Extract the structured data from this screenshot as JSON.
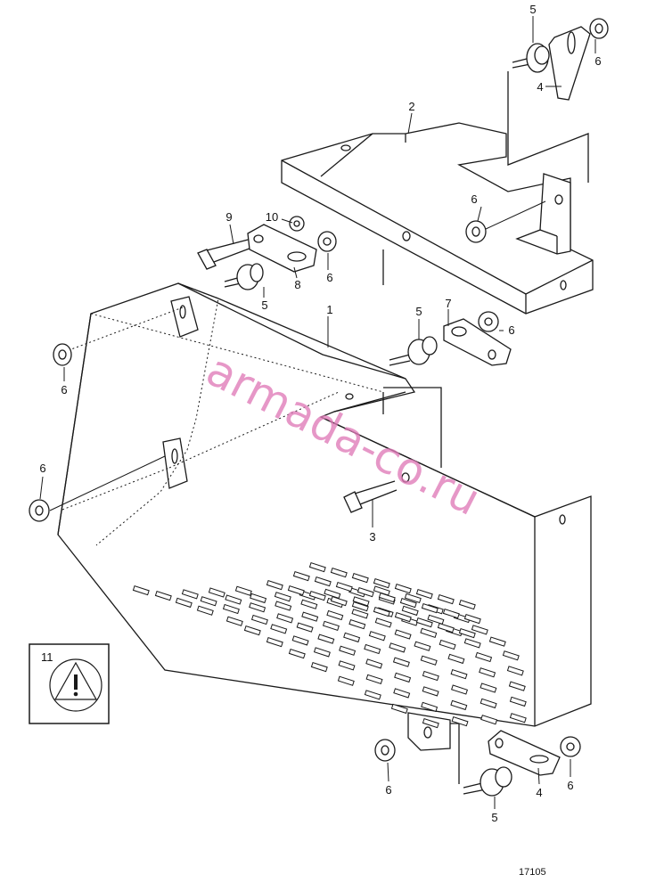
{
  "callouts": {
    "c1": "1",
    "c2": "2",
    "c3": "3",
    "c4a": "4",
    "c4b": "4",
    "c5a": "5",
    "c5b": "5",
    "c5c": "5",
    "c5d": "5",
    "c6a": "6",
    "c6b": "6",
    "c6c": "6",
    "c6d": "6",
    "c6e": "6",
    "c6f": "6",
    "c6g": "6",
    "c6h": "6",
    "c7": "7",
    "c8": "8",
    "c9": "9",
    "c10": "10",
    "c11": "11"
  },
  "watermark": "armada-co.ru",
  "sheet_number": "17105",
  "warning_icon": "warning-triangle-icon"
}
